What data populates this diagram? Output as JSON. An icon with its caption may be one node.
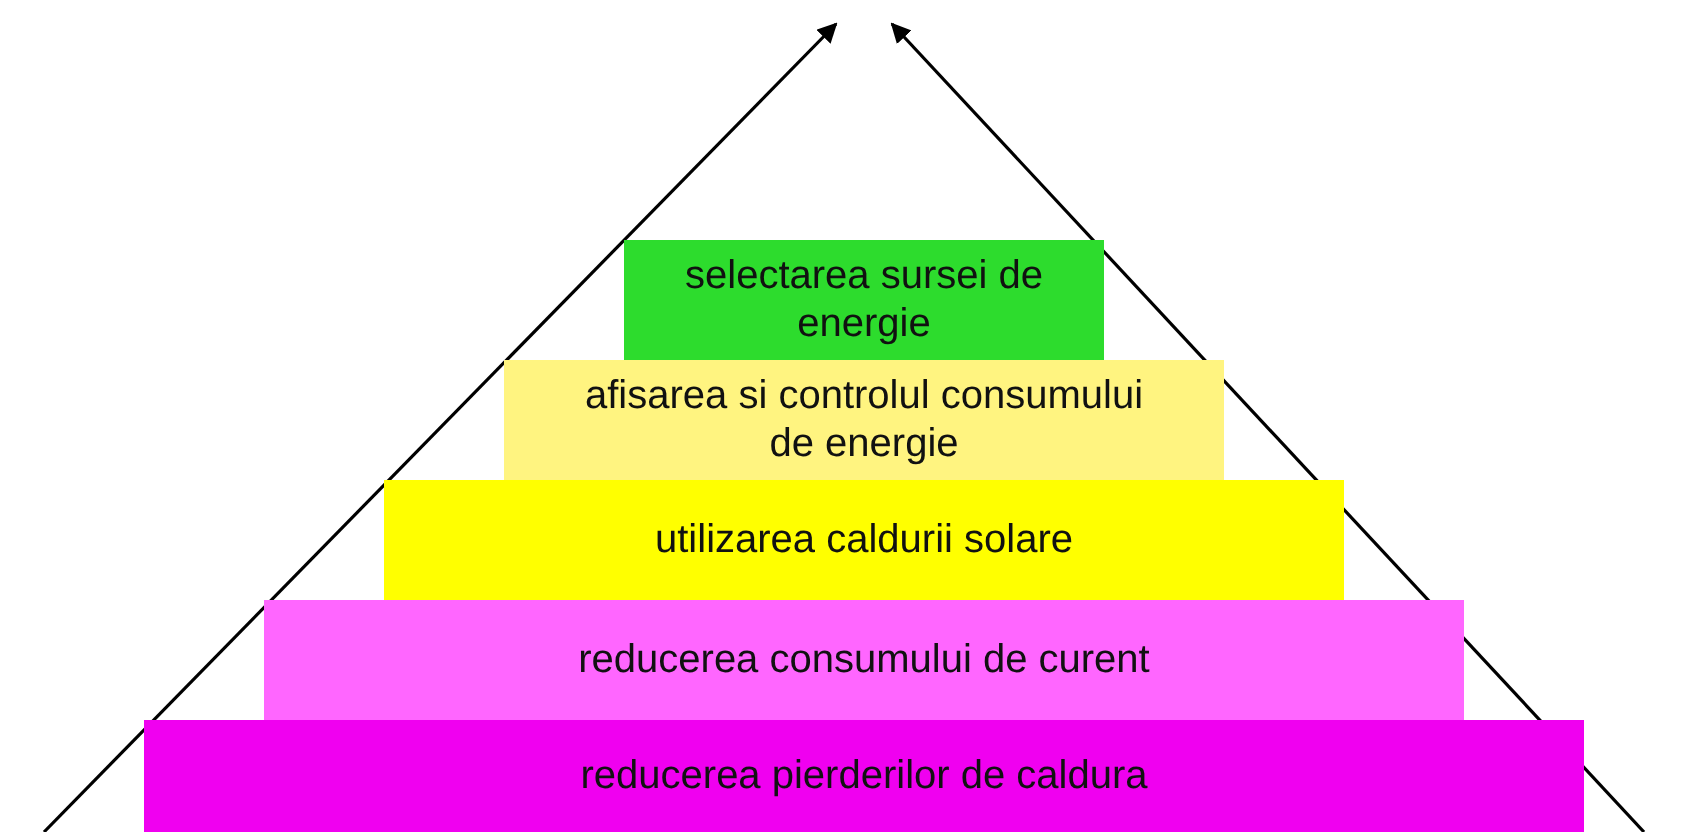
{
  "diagram": {
    "nodes": [
      {
        "text": [
          "selectarea sursei de energie"
        ]
      },
      {
        "text": [
          "afisarea si controlul consumului de energie"
        ]
      },
      {
        "text": [
          "utilizarea caldurii solare"
        ]
      },
      {
        "text": [
          "reducerea consumului de curent"
        ]
      },
      {
        "text": [
          "reducerea pierderilor de caldura"
        ]
      }
    ]
  }
}
